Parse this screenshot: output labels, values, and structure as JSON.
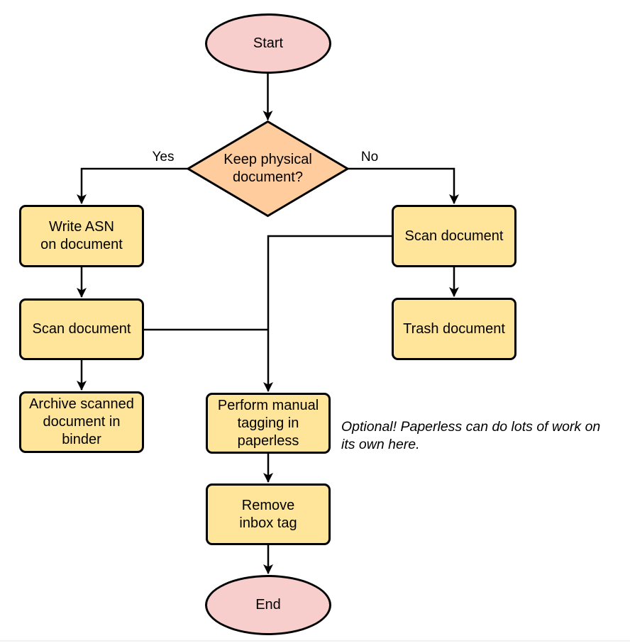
{
  "diagram": {
    "type": "flowchart",
    "background": "#ffffff",
    "colors": {
      "terminal_fill": "#f8cecc",
      "decision_fill": "#ffcc9e",
      "process_fill": "#ffe59a",
      "stroke": "#000000",
      "text": "#000000"
    },
    "nodes": {
      "start": {
        "shape": "ellipse",
        "label": "Start"
      },
      "keep_physical": {
        "shape": "diamond",
        "lines": [
          "Keep physical",
          "document?"
        ]
      },
      "write_asn": {
        "shape": "rect",
        "lines": [
          "Write ASN",
          "on document"
        ]
      },
      "scan_document_left": {
        "shape": "rect",
        "label": "Scan document"
      },
      "archive_binder": {
        "shape": "rect",
        "lines": [
          "Archive scanned",
          "document in",
          "binder"
        ]
      },
      "scan_document_right": {
        "shape": "rect",
        "label": "Scan document"
      },
      "trash_document": {
        "shape": "rect",
        "label": "Trash document"
      },
      "manual_tagging": {
        "shape": "rect",
        "lines": [
          "Perform manual",
          "tagging in",
          "paperless"
        ]
      },
      "remove_inbox_tag": {
        "shape": "rect",
        "lines": [
          "Remove",
          "inbox tag"
        ]
      },
      "end": {
        "shape": "ellipse",
        "label": "End"
      }
    },
    "edge_labels": {
      "yes": "Yes",
      "no": "No"
    },
    "annotation": {
      "lines": [
        "Optional! Paperless can do lots of work on",
        "its own here."
      ]
    }
  }
}
